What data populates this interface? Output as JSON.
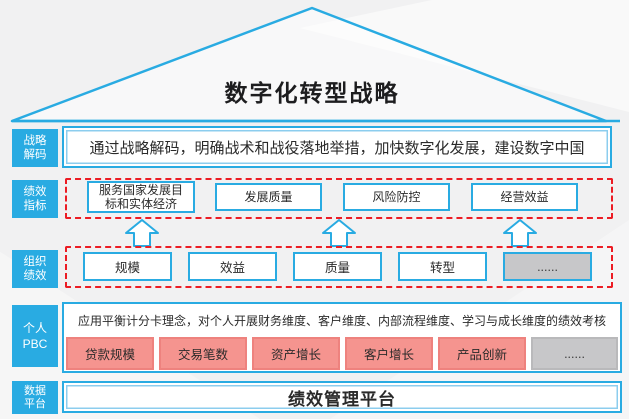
{
  "title": "数字化转型战略",
  "rows": {
    "strategy": {
      "label1": "战略",
      "label2": "解码",
      "text": "通过战略解码，明确战术和战役落地举措，加快数字化发展，建设数字中国"
    },
    "kpi": {
      "label1": "绩效",
      "label2": "指标",
      "items": [
        "服务国家发展目标和实体经济",
        "发展质量",
        "风险防控",
        "经营效益"
      ]
    },
    "org": {
      "label1": "组织",
      "label2": "绩效",
      "items": [
        "规模",
        "效益",
        "质量",
        "转型",
        "......"
      ]
    },
    "pbc": {
      "label1": "个人",
      "label2": "PBC",
      "text": "应用平衡计分卡理念，对个人开展财务维度、客户维度、内部流程维度、学习与成长维度的绩效考核",
      "items": [
        "贷款规模",
        "交易笔数",
        "资产增长",
        "客户增长",
        "产品创新",
        "......"
      ]
    },
    "platform": {
      "label1": "数据",
      "label2": "平台",
      "text": "绩效管理平台"
    }
  },
  "colors": {
    "accent_blue": "#29ABE2",
    "dashed_red": "#EC1C24",
    "pink_fill": "#F5948F",
    "pink_border": "#EE827E",
    "gray_fill": "#C7C7C9",
    "background": "#F1F1F2"
  },
  "icons": {
    "roof": "house-roof-outline",
    "arrows": "hollow-up-arrow"
  }
}
